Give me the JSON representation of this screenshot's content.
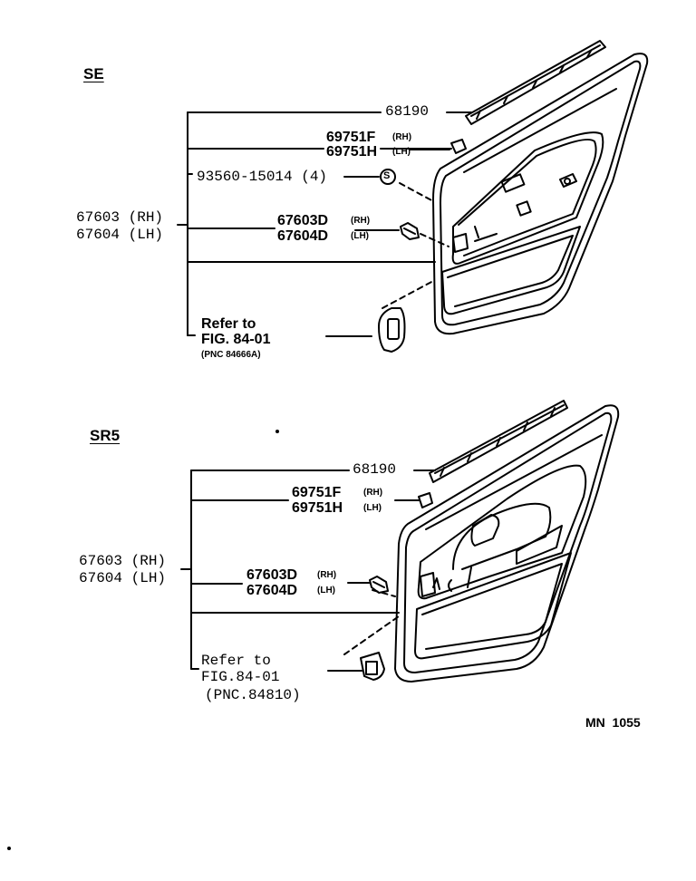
{
  "se": {
    "heading": "SE",
    "moulding": "68190",
    "clip_rh": "69751F",
    "clip_lh": "69751H",
    "screw": "93560-15014 (4)",
    "screw_symbol": "S",
    "board_rh": "67603 (RH)",
    "board_lh": "67604 (LH)",
    "fastener_rh": "67603D",
    "fastener_lh": "67604D",
    "rh_tag": "(RH)",
    "lh_tag": "(LH)",
    "refer_line1": "Refer to",
    "refer_line2": "FIG. 84-01",
    "refer_line3": "(PNC 84666A)"
  },
  "sr5": {
    "heading": "SR5",
    "moulding": "68190",
    "clip_rh": "69751F",
    "clip_lh": "69751H",
    "board_rh": "67603 (RH)",
    "board_lh": "67604 (LH)",
    "fastener_rh": "67603D",
    "fastener_lh": "67604D",
    "rh_tag": "(RH)",
    "lh_tag": "(LH)",
    "refer_line1": "Refer to",
    "refer_line2": "FIG.84-01",
    "refer_line3": "(PNC.84810)"
  },
  "footer_code": "MN  1055"
}
